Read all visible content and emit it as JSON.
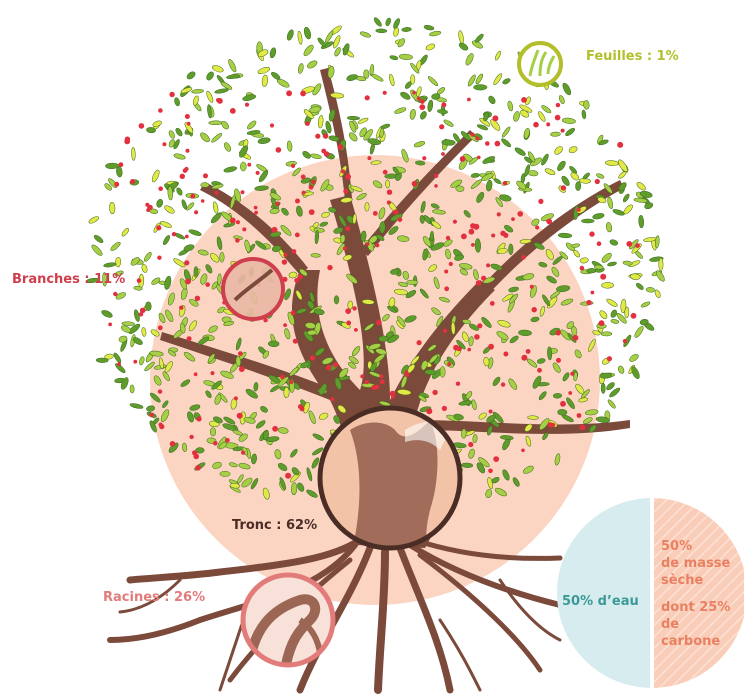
{
  "colors": {
    "background_disc": "#fbd5c2",
    "trunk": "#7b4a3a",
    "trunk_light": "#9c6654",
    "foliage_dark": "#5e9c2c",
    "foliage_light": "#a6cf46",
    "leaf_yellow": "#e2e846",
    "berries": "#e2303f",
    "leaves_label": "#b3bf2a",
    "branches_label": "#cf3e4c",
    "trunk_label": "#4a2e25",
    "roots_label": "#e27c7a",
    "water_slice": "#d7ecee",
    "water_text": "#3a9a98",
    "dry_slice": "#f9cdb8",
    "dry_text": "#ea8062"
  },
  "labels": {
    "leaves": "Feuilles : 1%",
    "branches": "Branches : 11%",
    "trunk": "Tronc : 62%",
    "roots": "Racines : 26%"
  },
  "composition": {
    "water": "50% d’eau",
    "dry_mass_line1": "50%",
    "dry_mass_line2": "de masse",
    "dry_mass_line3": "sèche",
    "carbon_line1": "dont 25%",
    "carbon_line2": "de",
    "carbon_line3": "carbone"
  }
}
